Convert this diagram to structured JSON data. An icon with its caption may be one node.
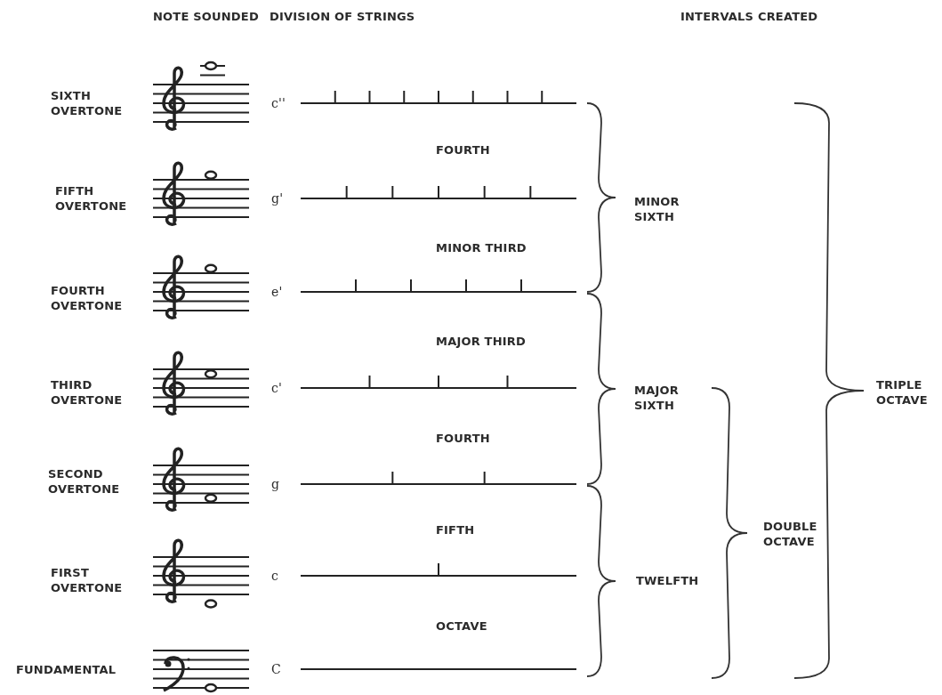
{
  "diagram": {
    "labels": [
      "NOTE SOUNDED",
      "DIVISION OF STRINGS",
      "INTERVALS CREATED",
      "SIXTH OVERTONE",
      "c''",
      "FOURTH",
      "FIFTH OVERTONE",
      "g'",
      "MINOR SIXTH",
      "MINOR THIRD",
      "FOURTH OVERTONE",
      "e'",
      "MAJOR THIRD",
      "THIRD OVERTONE",
      "c'",
      "MAJOR SIXTH",
      "TRIPLE OCTAVE",
      "FOURTH",
      "SECOND OVERTONE",
      "g",
      "FIFTH",
      "DOUBLE OCTAVE",
      "FIRST OVERTONE",
      "c",
      "TWELFTH",
      "OCTAVE",
      "FUNDAMENTAL",
      "C"
    ]
  }
}
